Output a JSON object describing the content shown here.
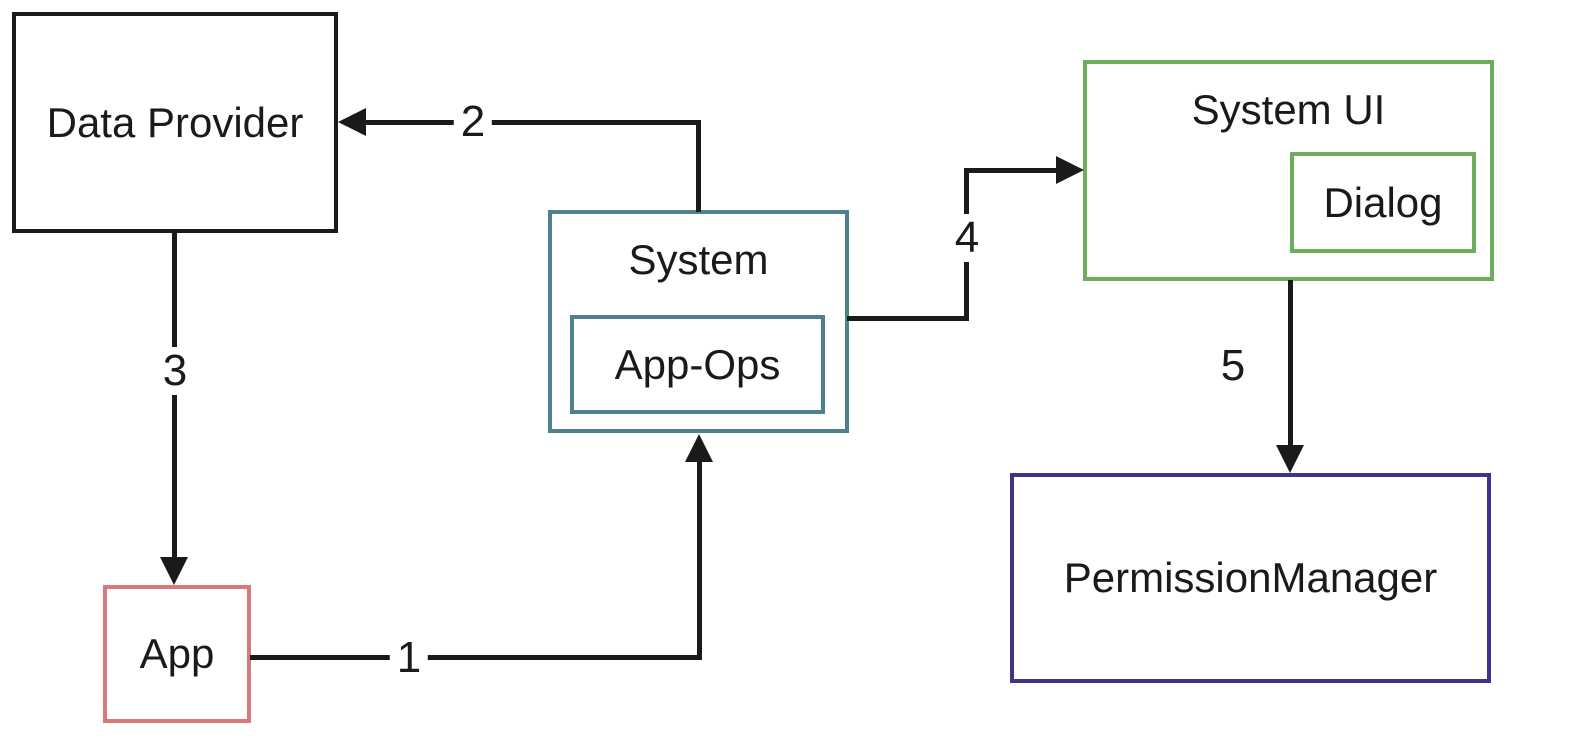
{
  "diagram": {
    "type": "flow-diagram",
    "background": "#ffffff",
    "arrow_color": "#1a1a1a",
    "nodes": {
      "data_provider": {
        "label": "Data Provider",
        "border_color": "#1a1a1a"
      },
      "system": {
        "label": "System",
        "border_color": "#4f808e"
      },
      "app_ops": {
        "label": "App-Ops",
        "border_color": "#4f808e",
        "parent": "System"
      },
      "system_ui": {
        "label": "System UI",
        "border_color": "#6ead5c"
      },
      "dialog": {
        "label": "Dialog",
        "border_color": "#6ead5c",
        "parent": "System UI"
      },
      "app": {
        "label": "App",
        "border_color": "#d97878"
      },
      "permission_manager": {
        "label": "PermissionManager",
        "border_color": "#3d3589"
      }
    },
    "arrows": {
      "step1": {
        "label": "1",
        "from": "App",
        "to": "System"
      },
      "step2": {
        "label": "2",
        "from": "System",
        "to": "Data Provider"
      },
      "step3": {
        "label": "3",
        "from": "Data Provider",
        "to": "App"
      },
      "step4": {
        "label": "4",
        "from": "System",
        "to": "System UI"
      },
      "step5": {
        "label": "5",
        "from": "System UI",
        "to": "PermissionManager"
      }
    }
  }
}
